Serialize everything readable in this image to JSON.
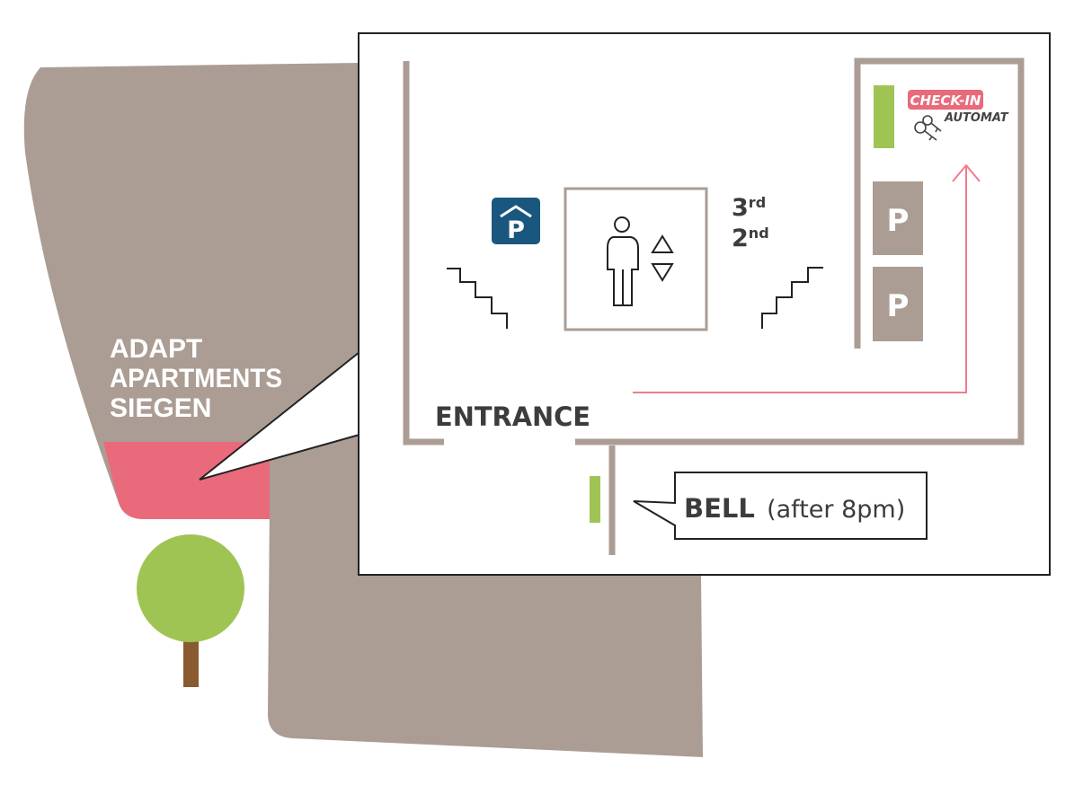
{
  "building": {
    "name_lines": [
      "ADAPT",
      "APARTMENTS",
      "SIEGEN"
    ]
  },
  "floorplan": {
    "entrance_label": "ENTRANCE",
    "bell": {
      "strong": "BELL",
      "note": "(after 8pm)"
    },
    "floors": [
      {
        "num": "3",
        "suffix": "rd"
      },
      {
        "num": "2",
        "suffix": "nd"
      }
    ],
    "checkin": {
      "line1": "CHECK-IN",
      "line2": "AUTOMAT"
    },
    "parking_symbol": "P",
    "parking_spots": [
      "P",
      "P"
    ]
  },
  "icons": [
    "parking-garage-icon",
    "elevator-person-icon",
    "elevator-up-icon",
    "elevator-down-icon",
    "stairs-icon",
    "keys-icon",
    "tree-icon",
    "route-arrow-icon"
  ],
  "colors": {
    "building": "#ab9d94",
    "accent_pink": "#e96b7b",
    "green": "#9fc454",
    "parking_blue": "#19577f",
    "route": "#f27b8a",
    "text_dark": "#3c3c3c",
    "trunk": "#8a5a30"
  }
}
